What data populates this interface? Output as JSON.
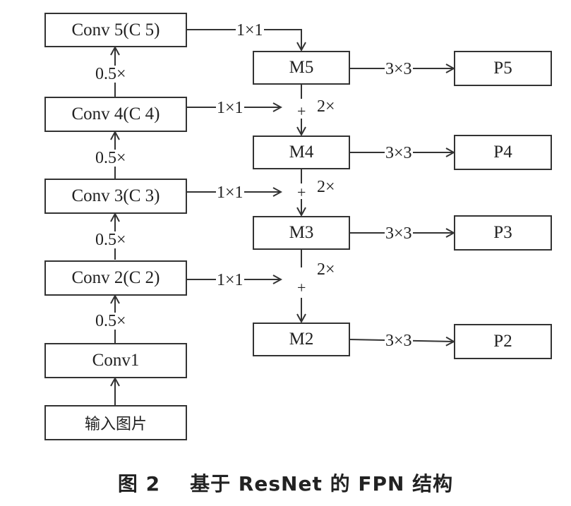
{
  "backbone": {
    "conv5": "Conv 5(C 5)",
    "conv4": "Conv 4(C 4)",
    "conv3": "Conv 3(C 3)",
    "conv2": "Conv 2(C 2)",
    "conv1": "Conv1",
    "input": "输入图片",
    "downsample": [
      "0.5×",
      "0.5×",
      "0.5×",
      "0.5×"
    ]
  },
  "merge": {
    "m5": "M5",
    "m4": "M4",
    "m3": "M3",
    "m2": "M2",
    "lateral": [
      "1×1",
      "1×1",
      "1×1",
      "1×1"
    ],
    "upsample": [
      "2×",
      "2×",
      "2×"
    ],
    "plus": [
      "+",
      "+",
      "+"
    ]
  },
  "outputs": {
    "p5": "P5",
    "p4": "P4",
    "p3": "P3",
    "p2": "P2",
    "smooth": [
      "3×3",
      "3×3",
      "3×3",
      "3×3"
    ]
  },
  "caption": {
    "figure": "图 2",
    "text": "基于 ResNet 的 FPN 结构"
  }
}
